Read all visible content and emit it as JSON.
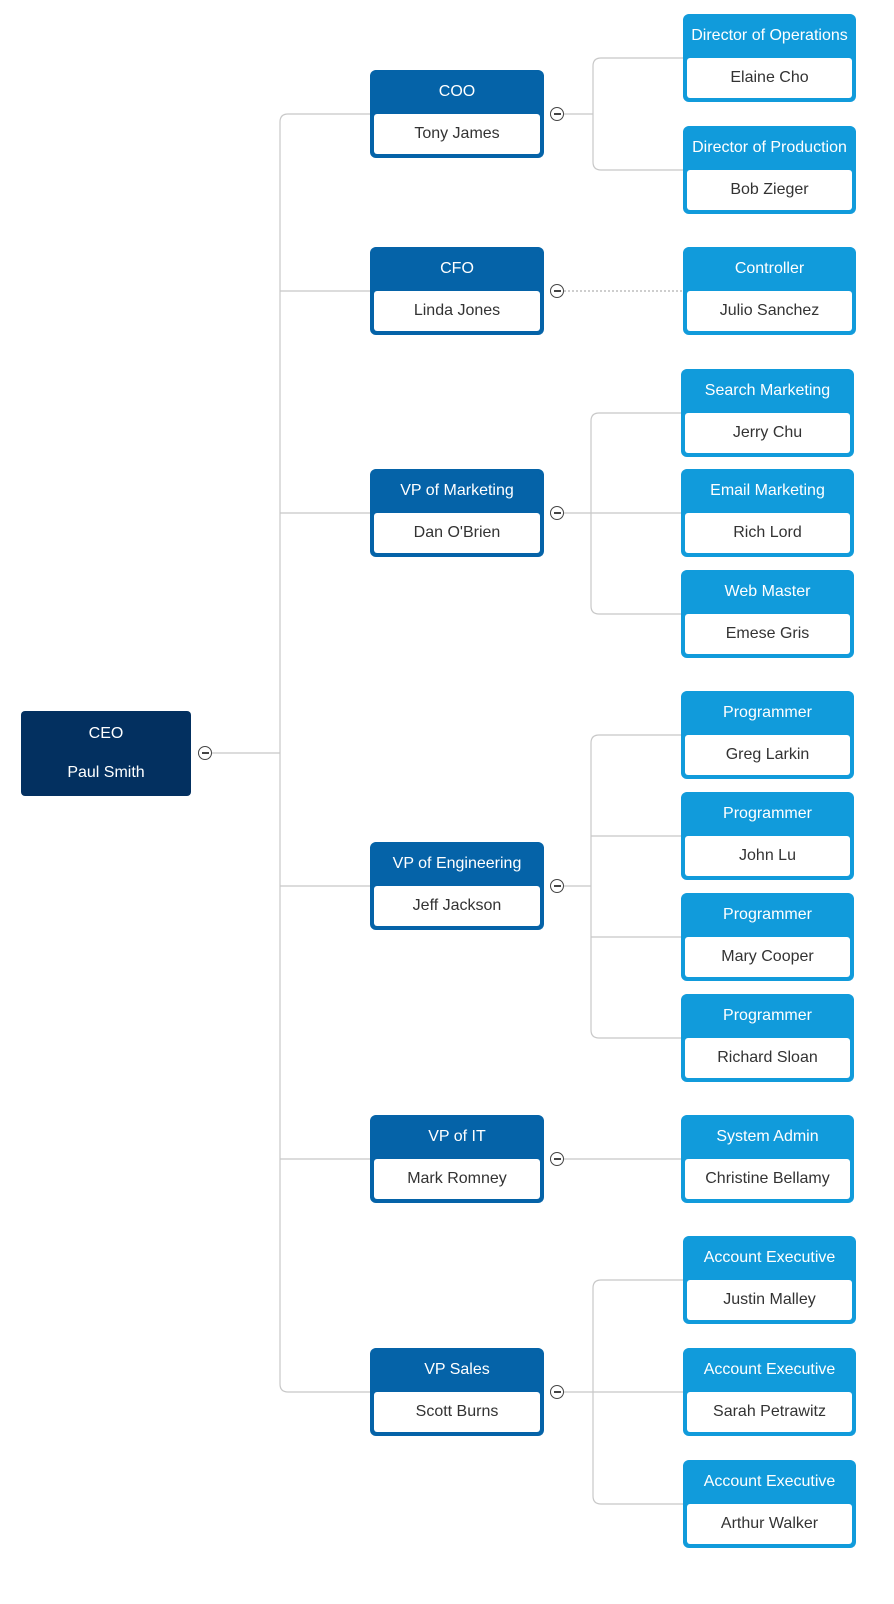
{
  "colors": {
    "root": "#033060",
    "level1": "#0563a8",
    "level2": "#119bdb",
    "connector": "#c8c8c8"
  },
  "root": {
    "title": "CEO",
    "name": "Paul Smith"
  },
  "managers": [
    {
      "title": "COO",
      "name": "Tony James",
      "reports": [
        {
          "title": "Director of Operations",
          "name": "Elaine Cho"
        },
        {
          "title": "Director of Production",
          "name": "Bob Zieger"
        }
      ]
    },
    {
      "title": "CFO",
      "name": "Linda Jones",
      "reports": [
        {
          "title": "Controller",
          "name": "Julio Sanchez"
        }
      ]
    },
    {
      "title": "VP of Marketing",
      "name": "Dan O'Brien",
      "reports": [
        {
          "title": "Search Marketing",
          "name": "Jerry Chu"
        },
        {
          "title": "Email Marketing",
          "name": "Rich Lord"
        },
        {
          "title": "Web Master",
          "name": "Emese Gris"
        }
      ]
    },
    {
      "title": "VP of Engineering",
      "name": "Jeff Jackson",
      "reports": [
        {
          "title": "Programmer",
          "name": "Greg Larkin"
        },
        {
          "title": "Programmer",
          "name": "John Lu"
        },
        {
          "title": "Programmer",
          "name": "Mary Cooper"
        },
        {
          "title": "Programmer",
          "name": "Richard Sloan"
        }
      ]
    },
    {
      "title": "VP of IT",
      "name": "Mark Romney",
      "reports": [
        {
          "title": "System Admin",
          "name": "Christine Bellamy"
        }
      ]
    },
    {
      "title": "VP Sales",
      "name": "Scott Burns",
      "reports": [
        {
          "title": "Account Executive",
          "name": "Justin Malley"
        },
        {
          "title": "Account Executive",
          "name": "Sarah Petrawitz"
        },
        {
          "title": "Account Executive",
          "name": "Arthur Walker"
        }
      ]
    }
  ]
}
